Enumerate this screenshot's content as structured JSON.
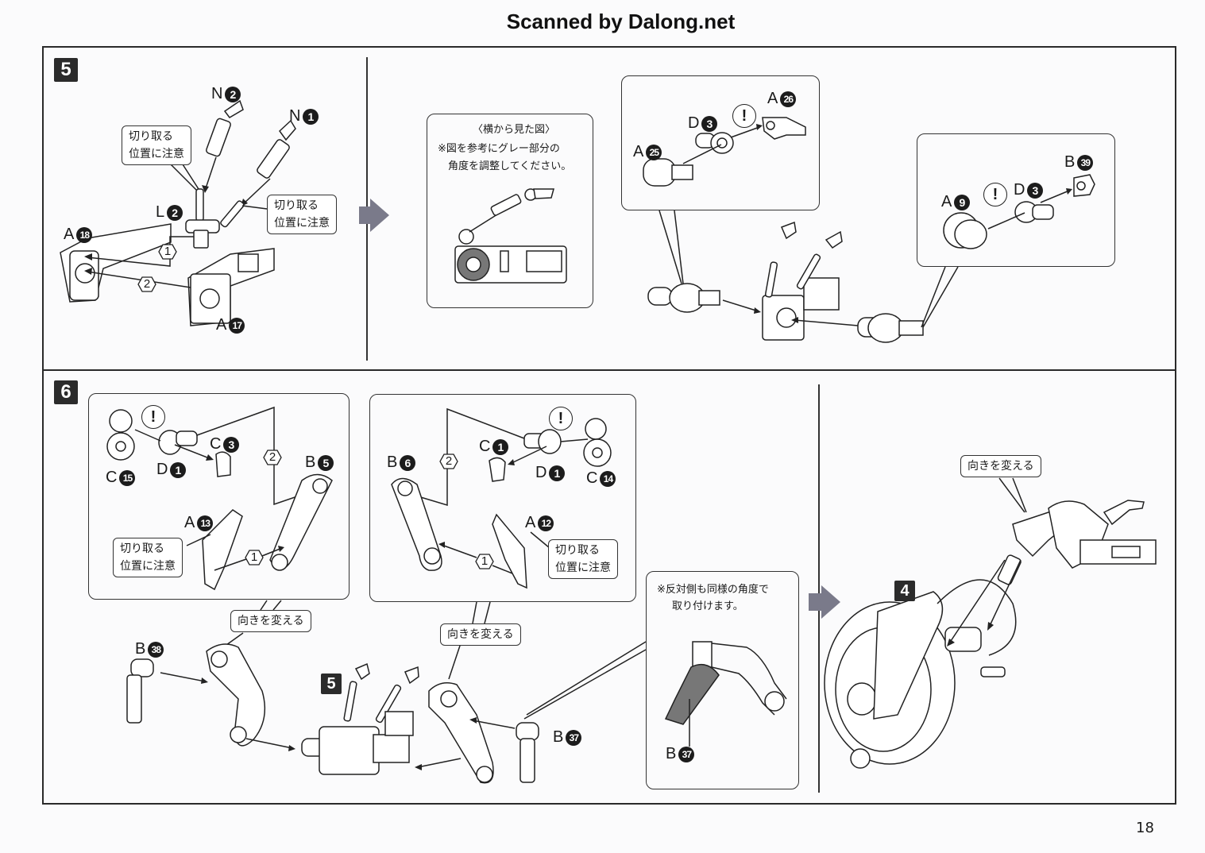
{
  "watermark": "Scanned by Dalong.net",
  "page_number": "18",
  "step5": {
    "number": "5",
    "parts": {
      "n2": {
        "letter": "N",
        "num": "2"
      },
      "n1": {
        "letter": "N",
        "num": "1"
      },
      "l2": {
        "letter": "L",
        "num": "2"
      },
      "a18": {
        "letter": "A",
        "num": "18"
      },
      "a17": {
        "letter": "A",
        "num": "17"
      }
    },
    "note_cut_left": [
      "切り取る",
      "位置に注意"
    ],
    "note_cut_right": [
      "切り取る",
      "位置に注意"
    ],
    "order1": "1",
    "order2": "2",
    "side_view": {
      "title": "〈横から見た図〉",
      "line1": "※図を参考にグレー部分の",
      "line2": "角度を調整してください。"
    },
    "detail_left": {
      "warning": "!",
      "parts": {
        "a25": {
          "letter": "A",
          "num": "25"
        },
        "d3": {
          "letter": "D",
          "num": "3"
        },
        "a26": {
          "letter": "A",
          "num": "26"
        }
      }
    },
    "detail_right": {
      "warning": "!",
      "parts": {
        "a9": {
          "letter": "A",
          "num": "9"
        },
        "d3": {
          "letter": "D",
          "num": "3"
        },
        "b39": {
          "letter": "B",
          "num": "39"
        }
      }
    }
  },
  "step6": {
    "number": "6",
    "left_box": {
      "warning": "!",
      "parts": {
        "c15": {
          "letter": "C",
          "num": "15"
        },
        "d1": {
          "letter": "D",
          "num": "1"
        },
        "c3": {
          "letter": "C",
          "num": "3"
        },
        "b5": {
          "letter": "B",
          "num": "5"
        },
        "a13": {
          "letter": "A",
          "num": "13"
        }
      },
      "order1": "1",
      "order2": "2",
      "note_cut": [
        "切り取る",
        "位置に注意"
      ]
    },
    "right_box": {
      "warning": "!",
      "parts": {
        "b6": {
          "letter": "B",
          "num": "6"
        },
        "c1": {
          "letter": "C",
          "num": "1"
        },
        "d1": {
          "letter": "D",
          "num": "1"
        },
        "c14": {
          "letter": "C",
          "num": "14"
        },
        "a12": {
          "letter": "A",
          "num": "12"
        }
      },
      "order1": "1",
      "order2": "2",
      "note_cut": [
        "切り取る",
        "位置に注意"
      ]
    },
    "note_turn_left": "向きを変える",
    "note_turn_mid": "向きを変える",
    "note_turn_right": "向きを変える",
    "parts": {
      "b38": {
        "letter": "B",
        "num": "38"
      },
      "b37": {
        "letter": "B",
        "num": "37"
      }
    },
    "sub_step_ref": "5",
    "angle_box": {
      "line1": "※反対側も同様の角度で",
      "line2": "取り付けます。",
      "part": {
        "letter": "B",
        "num": "37"
      }
    },
    "final_step_ref": "4"
  },
  "colors": {
    "ink": "#222222",
    "gray_part": "#777777",
    "arrow_fill": "#7a7a8a"
  }
}
